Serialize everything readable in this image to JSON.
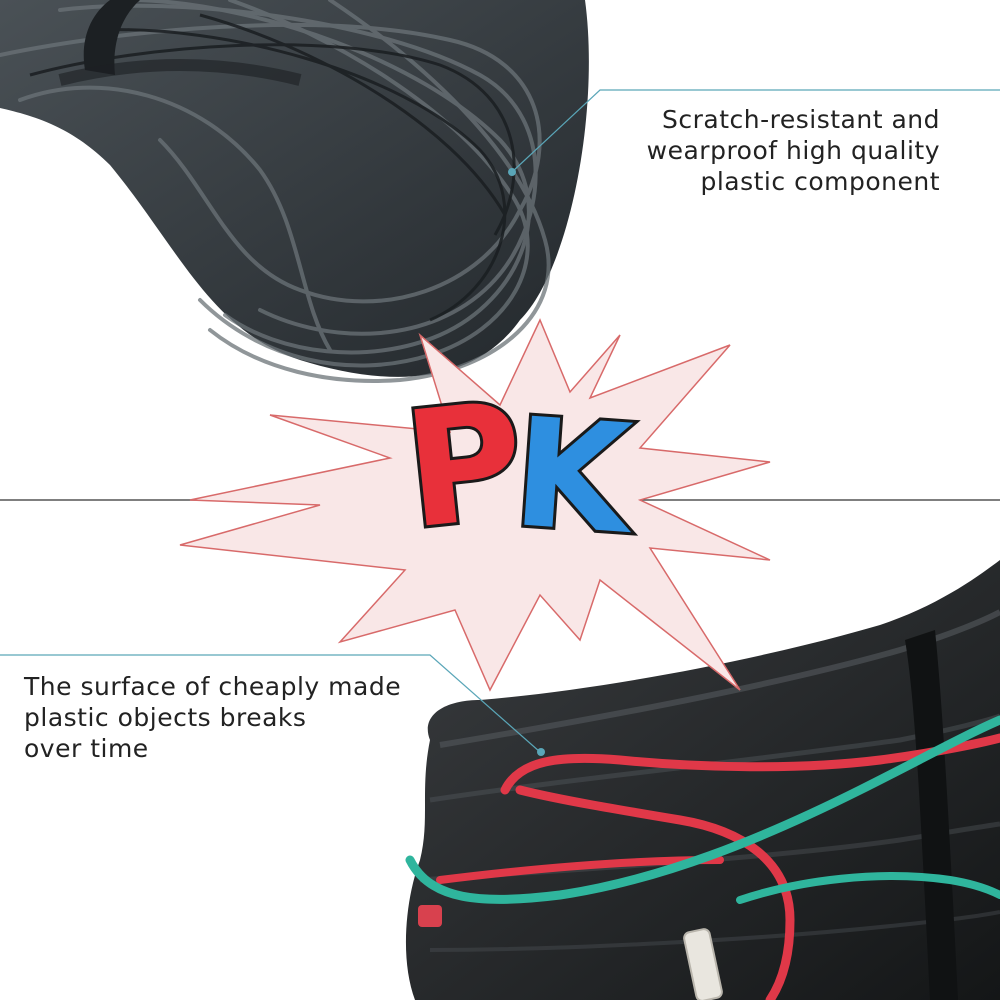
{
  "top_caption": {
    "lines": [
      "Scratch-resistant and",
      "wearproof high quality",
      "plastic component"
    ]
  },
  "bottom_caption": {
    "lines": [
      "The surface of cheaply made",
      "plastic objects breaks",
      "over time"
    ]
  },
  "badge": {
    "text": "PK"
  },
  "colors": {
    "background": "#ffffff",
    "divider": "#555555",
    "leader_line": "#5aa6b8",
    "burst_fill": "#f9e7e7",
    "burst_stroke": "#d86a6a",
    "badge_p": "#e8303a",
    "badge_k": "#2e8fe0",
    "cable_dark": "#2d3236",
    "wire_red": "#e03848",
    "wire_teal": "#2fb59d"
  }
}
